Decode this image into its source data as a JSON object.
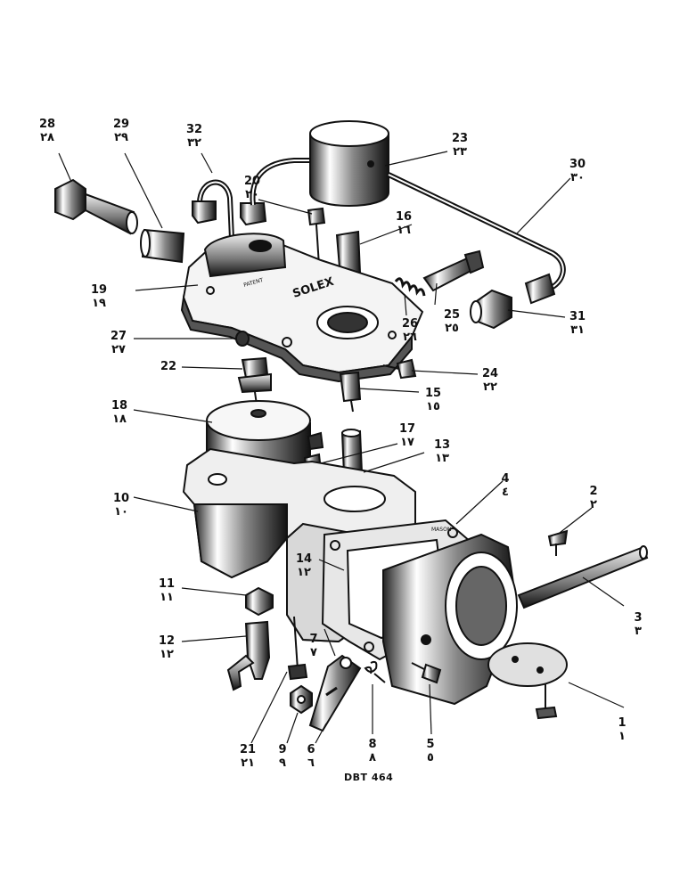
{
  "drawing_code": "DBT 464",
  "casting_text": "SOLEX",
  "casting_small_text": "PATENT",
  "body_small_text": "MASON",
  "callouts": [
    {
      "id": "1",
      "en": "1",
      "ar": "١"
    },
    {
      "id": "2",
      "en": "2",
      "ar": "٢"
    },
    {
      "id": "3",
      "en": "3",
      "ar": "٣"
    },
    {
      "id": "4",
      "en": "4",
      "ar": "٤"
    },
    {
      "id": "5",
      "en": "5",
      "ar": "٥"
    },
    {
      "id": "6",
      "en": "6",
      "ar": "٦"
    },
    {
      "id": "7",
      "en": "7",
      "ar": "٧"
    },
    {
      "id": "8",
      "en": "8",
      "ar": "٨"
    },
    {
      "id": "9",
      "en": "9",
      "ar": "٩"
    },
    {
      "id": "10",
      "en": "10",
      "ar": "١٠"
    },
    {
      "id": "11",
      "en": "11",
      "ar": "١١"
    },
    {
      "id": "12",
      "en": "12",
      "ar": "١٢"
    },
    {
      "id": "13",
      "en": "13",
      "ar": "١٣"
    },
    {
      "id": "14",
      "en": "14",
      "ar": "١٢"
    },
    {
      "id": "15",
      "en": "15",
      "ar": "١٥"
    },
    {
      "id": "16",
      "en": "16",
      "ar": "١٦"
    },
    {
      "id": "17",
      "en": "17",
      "ar": "١٧"
    },
    {
      "id": "18",
      "en": "18",
      "ar": "١٨"
    },
    {
      "id": "19",
      "en": "19",
      "ar": "١٩"
    },
    {
      "id": "20",
      "en": "20",
      "ar": "٢٠"
    },
    {
      "id": "21",
      "en": "21",
      "ar": "٢١"
    },
    {
      "id": "22",
      "en": "22",
      "ar": ""
    },
    {
      "id": "23",
      "en": "23",
      "ar": "٢٣"
    },
    {
      "id": "24",
      "en": "24",
      "ar": "٢٢"
    },
    {
      "id": "25",
      "en": "25",
      "ar": "٢٥"
    },
    {
      "id": "26",
      "en": "26",
      "ar": "٢٦"
    },
    {
      "id": "27",
      "en": "27",
      "ar": "٢٧"
    },
    {
      "id": "28",
      "en": "28",
      "ar": "٢٨"
    },
    {
      "id": "29",
      "en": "29",
      "ar": "٢٩"
    },
    {
      "id": "30",
      "en": "30",
      "ar": "٣٠"
    },
    {
      "id": "31",
      "en": "31",
      "ar": "٣١"
    },
    {
      "id": "32",
      "en": "32",
      "ar": "٣٢"
    }
  ]
}
